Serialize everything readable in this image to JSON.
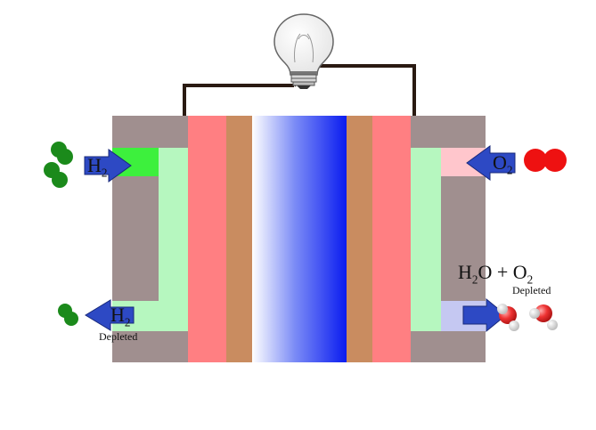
{
  "colors": {
    "housing": "#a08f8f",
    "anode_inlet": "#3df03d",
    "cathode_inlet": "#ffc6cc",
    "outlet_channel": "#c5c8f2",
    "gas_chamber": "#b6f7bf",
    "catalyst": "#ff7f82",
    "electrode": "#c98c60",
    "membrane_center": "#ffffff",
    "membrane_edge": "#0a1cf0",
    "wire": "#2a1a12",
    "hydrogen": "#1b8a1b",
    "oxygen": "#ee1111",
    "arrow": "#2d49c4"
  },
  "labels": {
    "h2_in": {
      "main": "H",
      "sub": "2"
    },
    "h2_out": {
      "main": "H",
      "sub": "2",
      "note": "Depleted"
    },
    "o2_in": {
      "main": "O",
      "sub": "2"
    },
    "h2o_o2_out": {
      "main1": "H",
      "sub1": "2",
      "main2": "O + O",
      "sub2": "2",
      "note": "Depleted"
    }
  },
  "icons": {
    "bulb": "light-bulb-icon",
    "hydrogen_molecule": "hydrogen-molecule-icon",
    "oxygen_molecule": "oxygen-molecule-icon",
    "water_molecule": "water-molecule-icon"
  }
}
